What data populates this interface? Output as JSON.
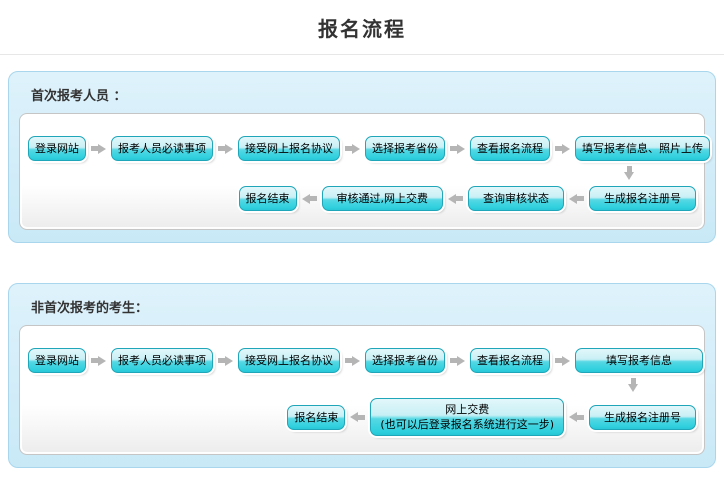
{
  "page": {
    "title": "报名流程"
  },
  "colors": {
    "button_cyan_top": "#c8f0f5",
    "button_cyan_bottom": "#2fd0de",
    "button_border": "#1fa6b8",
    "section_bg": "#cfeaf8",
    "section_border": "#a9d6ec",
    "panel_border": "#c5c5c5",
    "arrow_gray": "#b5b5b5",
    "title_text": "#333333"
  },
  "icons": {
    "arrow_right": "gray-block-arrow-right",
    "arrow_left": "gray-block-arrow-left",
    "arrow_down": "gray-block-arrow-down"
  },
  "sections": [
    {
      "label": "首次报考人员 ：",
      "row1": [
        "登录网站",
        "报考人员必读事项",
        "接受网上报名协议",
        "选择报考省份",
        "查看报名流程",
        "填写报考信息、照片上传"
      ],
      "row2": [
        "报名结束",
        "审核通过,网上交费",
        "查询审核状态",
        "生成报名注册号"
      ]
    },
    {
      "label": "非首次报考的考生：",
      "row1": [
        "登录网站",
        "报考人员必读事项",
        "接受网上报名协议",
        "选择报考省份",
        "查看报名流程",
        "填写报考信息"
      ],
      "row2": [
        "报名结束",
        "生成报名注册号"
      ],
      "pay_box": {
        "line1": "网上交费",
        "line2": "(也可以后登录报名系统进行这一步)"
      }
    }
  ]
}
